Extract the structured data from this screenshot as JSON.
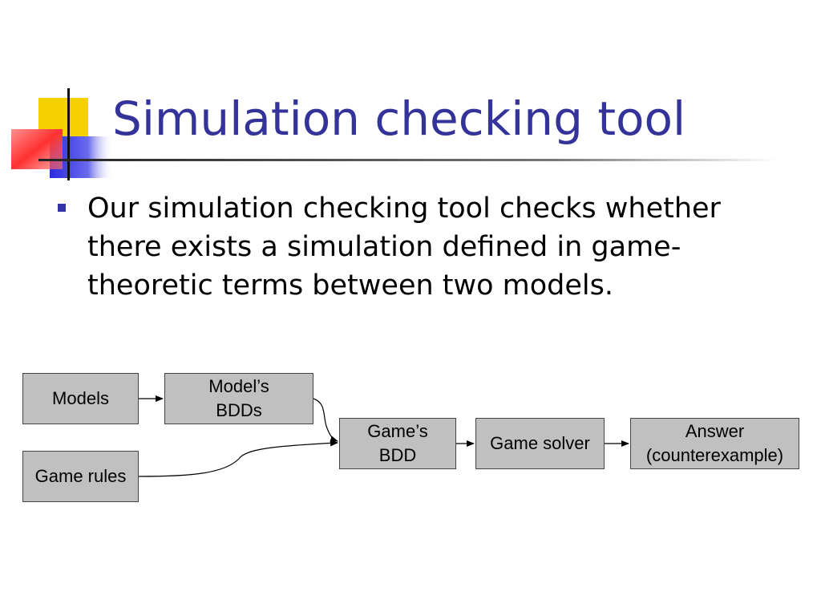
{
  "slide": {
    "title": "Simulation checking tool",
    "bullet": "Our simulation checking tool checks whether there exists a simulation defined in game-theoretic terms between two models."
  },
  "diagram": {
    "nodes": {
      "models": "Models",
      "model_bdds": "Model’s\nBDDs",
      "game_rules": "Game rules",
      "game_bdd": "Game’s\nBDD",
      "game_solver": "Game solver",
      "answer": "Answer\n(counterexample)"
    }
  },
  "colors": {
    "title": "#33339a",
    "bullet": "#3333aa",
    "box_fill": "#c0c0c0",
    "deco_yellow": "#f7d000",
    "deco_blue": "#3030e0",
    "deco_red": "#ff4040"
  }
}
